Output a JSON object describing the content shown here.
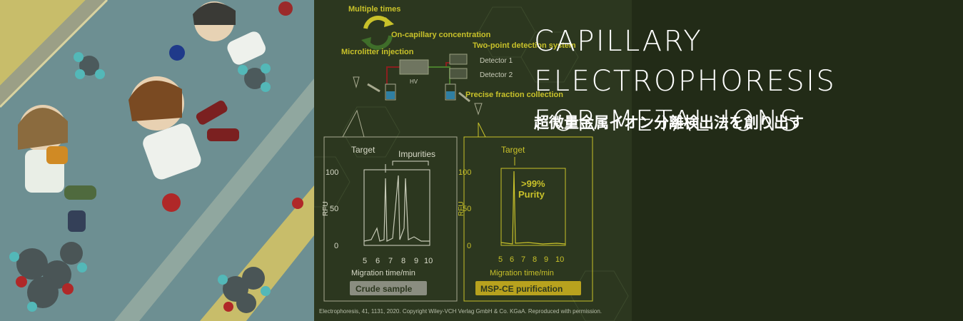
{
  "headline": "CAPILLARY ELECTROPHORESIS\nFOR METAL IONS",
  "subtitle": "超微量金属イオン分離検出法を創り出す",
  "figure": {
    "multiple_times": "Multiple times",
    "on_capillary": "On-capillary concentration",
    "microliter_injection": "Microlitter injection",
    "two_point": "Two-point detection system",
    "detector1": "Detector 1",
    "detector2": "Detector 2",
    "hv": "HV",
    "precise_fraction": "Precise fraction collection",
    "left_panel": {
      "target": "Target",
      "impurities": "Impurities",
      "y_ticks": [
        "100",
        "50",
        "0"
      ],
      "y_label": "RFU",
      "x_ticks": [
        "5",
        "6",
        "7",
        "8",
        "9",
        "10"
      ],
      "x_label": "Migration time/min",
      "badge": "Crude sample"
    },
    "right_panel": {
      "target": "Target",
      "purity_line1": ">99%",
      "purity_line2": "Purity",
      "y_ticks": [
        "100",
        "50",
        "0"
      ],
      "y_label": "RFU",
      "x_ticks": [
        "5",
        "6",
        "7",
        "8",
        "9",
        "10"
      ],
      "x_label": "Migration time/min",
      "badge": "MSP-CE purification"
    },
    "credit": "Electrophoresis, 41, 1131, 2020. Copyright Wiley-VCH Verlag GmbH & Co. KGaA. Reproduced with permission."
  },
  "colors": {
    "accent": "#c9c22a",
    "panel_border": "#a8aa90",
    "headline": "#ffffff"
  }
}
